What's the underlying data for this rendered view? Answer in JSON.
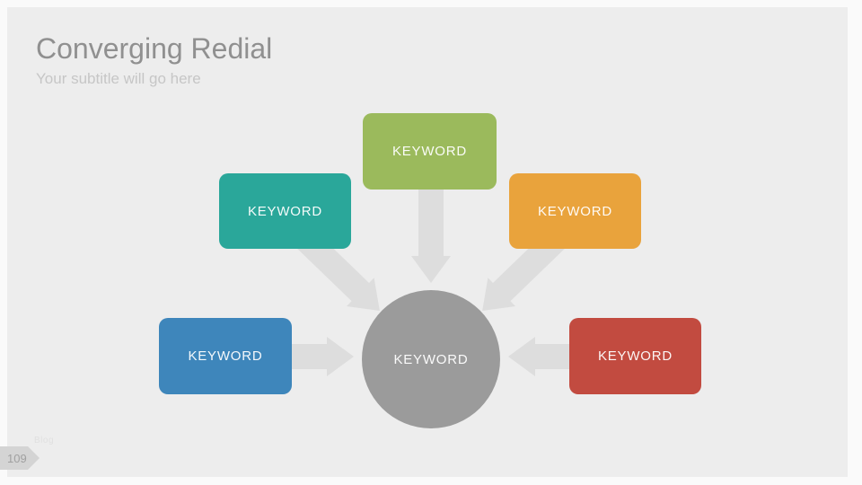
{
  "slide": {
    "title": "Converging Redial",
    "subtitle": "Your subtitle will go here",
    "page_number": "109",
    "watermark": "Blog"
  },
  "colors": {
    "slide_background": "#ededed",
    "frame": "#fafafa",
    "arrow": "#dddddd",
    "center_circle": "#9b9b9b",
    "title_text": "#909090",
    "subtitle_text": "#c6c6c6"
  },
  "diagram": {
    "center": {
      "label": "KEYWORD",
      "color": "#9b9b9b"
    },
    "nodes": [
      {
        "position": "top",
        "label": "KEYWORD",
        "color": "#9bba5c"
      },
      {
        "position": "upper-left",
        "label": "KEYWORD",
        "color": "#2aa79a"
      },
      {
        "position": "upper-right",
        "label": "KEYWORD",
        "color": "#e9a33c"
      },
      {
        "position": "left",
        "label": "KEYWORD",
        "color": "#3e86bb"
      },
      {
        "position": "right",
        "label": "KEYWORD",
        "color": "#c24b40"
      }
    ]
  }
}
